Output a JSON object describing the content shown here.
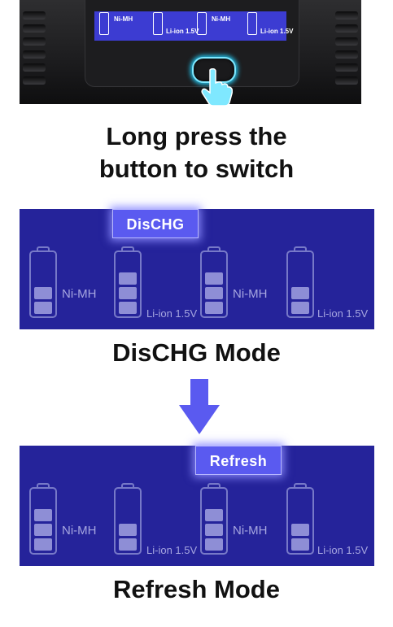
{
  "device": {
    "strip_labels": [
      "Ni-MH",
      "Li-ion 1.5V",
      "Ni-MH",
      "Li-ion 1.5V"
    ]
  },
  "headings": {
    "long_press_line1": "Long press the",
    "long_press_line2": "button to switch",
    "dischg_mode": "DisCHG Mode",
    "refresh_mode": "Refresh Mode"
  },
  "dischg_panel": {
    "label": "DisCHG",
    "cells": [
      {
        "chem": "Ni-MH",
        "bars": 2
      },
      {
        "chem": "Li-ion 1.5V",
        "bars": 3
      },
      {
        "chem": "Ni-MH",
        "bars": 3
      },
      {
        "chem": "Li-ion 1.5V",
        "bars": 2
      }
    ]
  },
  "refresh_panel": {
    "label": "Refresh",
    "cells": [
      {
        "chem": "Ni-MH",
        "bars": 3
      },
      {
        "chem": "Li-ion 1.5V",
        "bars": 2
      },
      {
        "chem": "Ni-MH",
        "bars": 3
      },
      {
        "chem": "Li-ion 1.5V",
        "bars": 2
      }
    ]
  },
  "colors": {
    "panel_bg": "#25239a",
    "label_bg": "#5a5af0",
    "arrow": "#5a5af0",
    "button_glow": "#23c6f0"
  },
  "icons": {
    "hand": "pointing-hand-icon",
    "arrow": "arrow-down-icon"
  }
}
